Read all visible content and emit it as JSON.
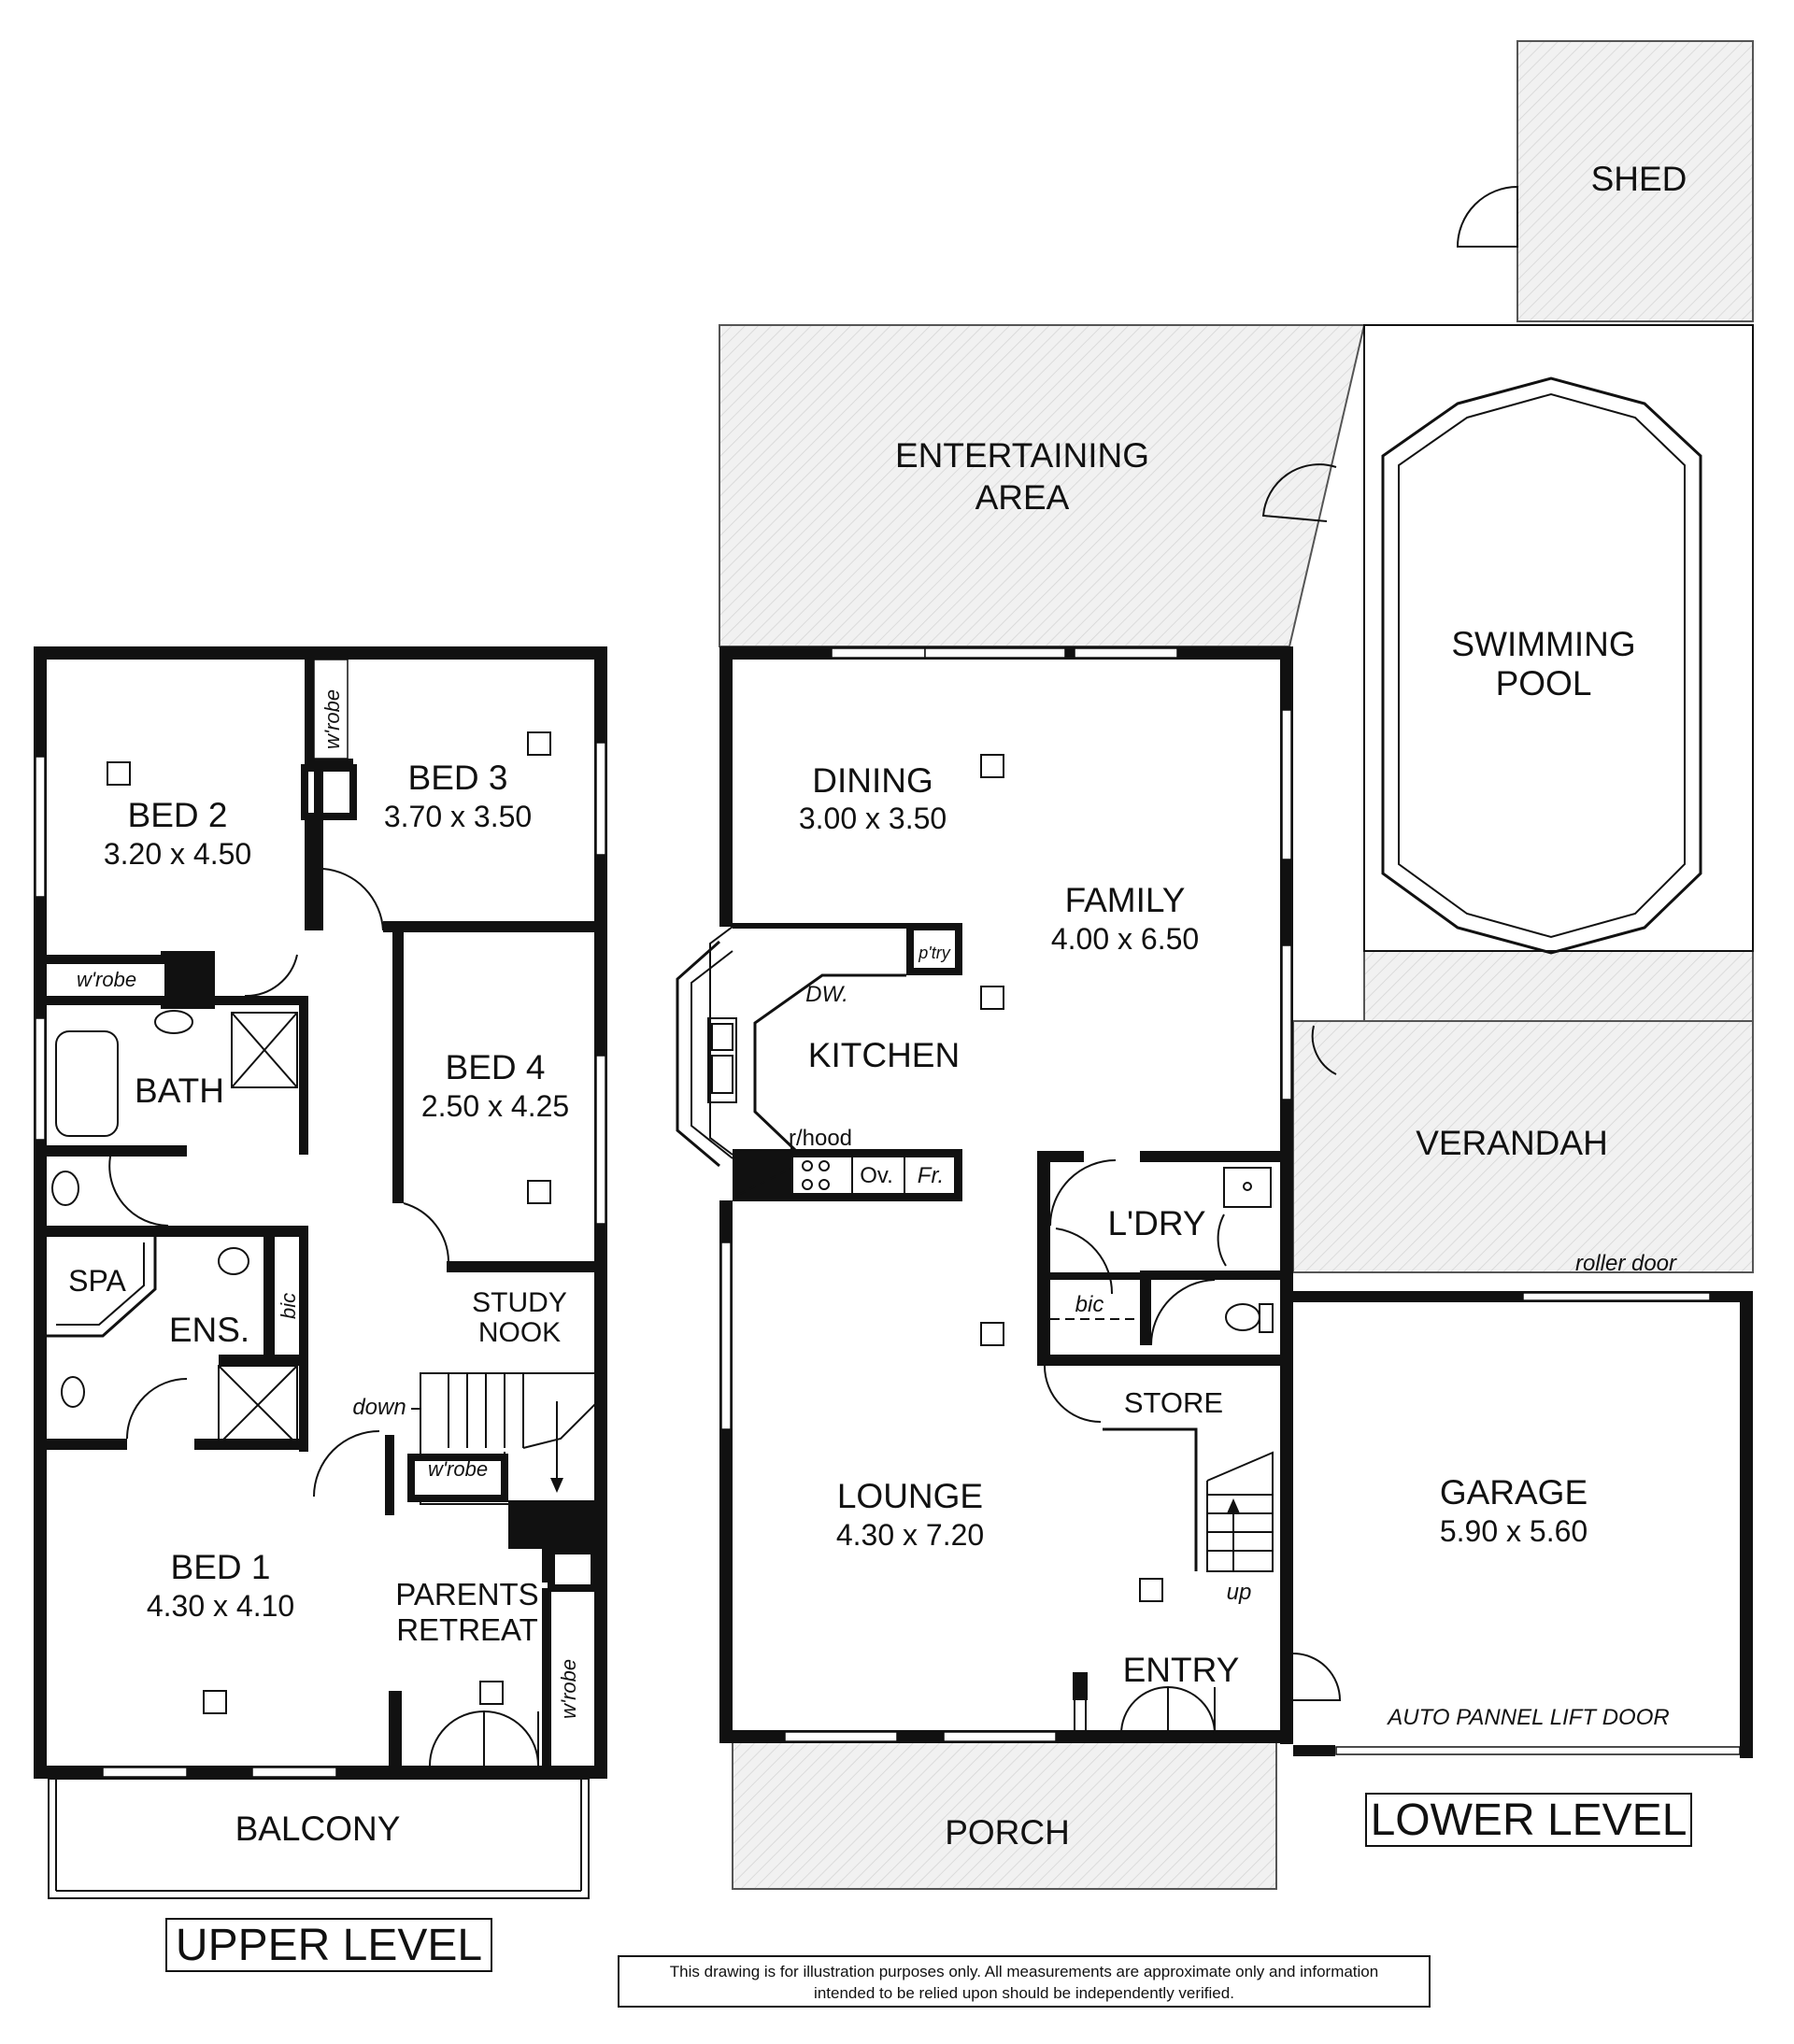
{
  "upper": {
    "title": "UPPER LEVEL",
    "rooms": {
      "bed2": {
        "name": "BED 2",
        "dim": "3.20 x 4.50"
      },
      "bed3": {
        "name": "BED 3",
        "dim": "3.70 x 3.50"
      },
      "bed4": {
        "name": "BED 4",
        "dim": "2.50 x 4.25"
      },
      "bed1": {
        "name": "BED 1",
        "dim": "4.30 x 4.10"
      },
      "bath": {
        "name": "BATH"
      },
      "spa": {
        "name": "SPA"
      },
      "ens": {
        "name": "ENS."
      },
      "study1": "STUDY",
      "study2": "NOOK",
      "retreat1": "PARENTS",
      "retreat2": "RETREAT",
      "balcony": "BALCONY"
    },
    "labels": {
      "wrobe_bed3": "w'robe",
      "wrobe_bed2": "w'robe",
      "wrobe_bed1": "w'robe",
      "wrobe_retreat": "w'robe",
      "bic": "bic",
      "down": "down"
    }
  },
  "lower": {
    "title": "LOWER LEVEL",
    "rooms": {
      "entertaining1": "ENTERTAINING",
      "entertaining2": "AREA",
      "pool1": "SWIMMING",
      "pool2": "POOL",
      "shed": "SHED",
      "dining": {
        "name": "DINING",
        "dim": "3.00 x 3.50"
      },
      "family": {
        "name": "FAMILY",
        "dim": "4.00 x 6.50"
      },
      "kitchen": "KITCHEN",
      "verandah": "VERANDAH",
      "laundry": "L'DRY",
      "store": "STORE",
      "lounge": {
        "name": "LOUNGE",
        "dim": "4.30 x 7.20"
      },
      "garage": {
        "name": "GARAGE",
        "dim": "5.90 x 5.60"
      },
      "entry": "ENTRY",
      "porch": "PORCH"
    },
    "labels": {
      "pantry": "p'try",
      "dw": "DW.",
      "rhood": "r/hood",
      "oven": "Ov.",
      "fridge": "Fr.",
      "bic": "bic",
      "up": "up",
      "roller": "roller door",
      "liftdoor": "AUTO PANNEL LIFT DOOR"
    }
  },
  "disclaimer": {
    "line1": "This drawing is for illustration purposes only. All measurements are approximate only and information",
    "line2": "intended to be relied upon should be independently verified."
  }
}
